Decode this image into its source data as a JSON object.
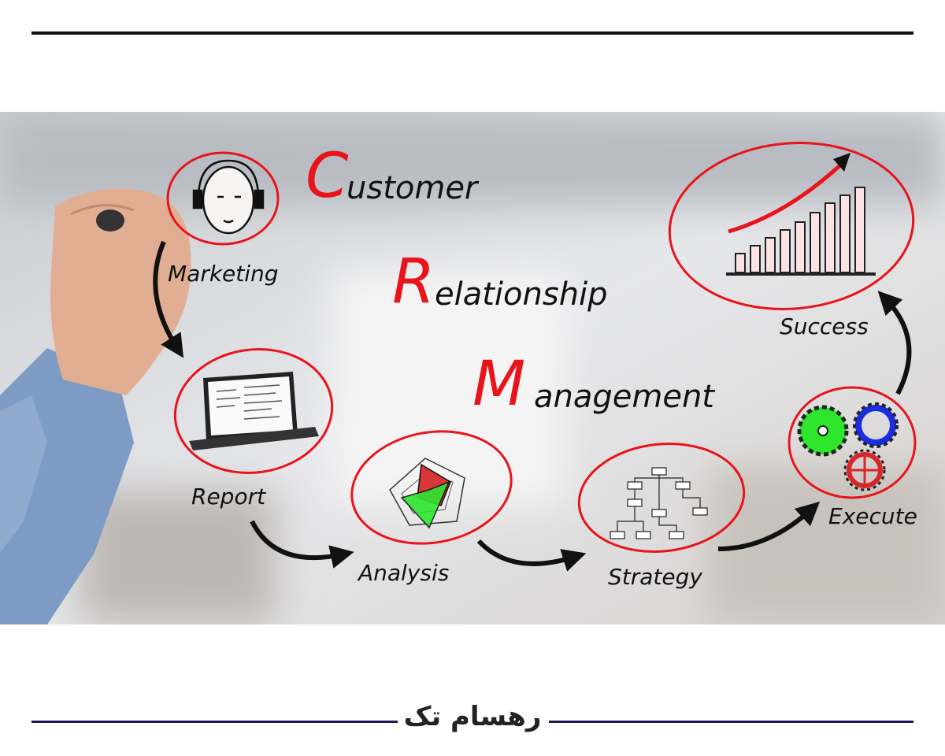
{
  "title": {
    "word1_initial": "C",
    "word1_rest": "ustomer",
    "word2_initial": "R",
    "word2_rest": "elationship",
    "word3_initial": "M",
    "word3_rest": "anagement"
  },
  "steps": [
    "Marketing",
    "Report",
    "Analysis",
    "Strategy",
    "Execute",
    "Success"
  ],
  "logo": "رهسام تک",
  "colors": {
    "accent": "#e8141b",
    "line_top": "#111111",
    "line_bottom": "#1b1a55",
    "gear_green": "#2ee62e",
    "gear_blue": "#1a2ee0"
  }
}
